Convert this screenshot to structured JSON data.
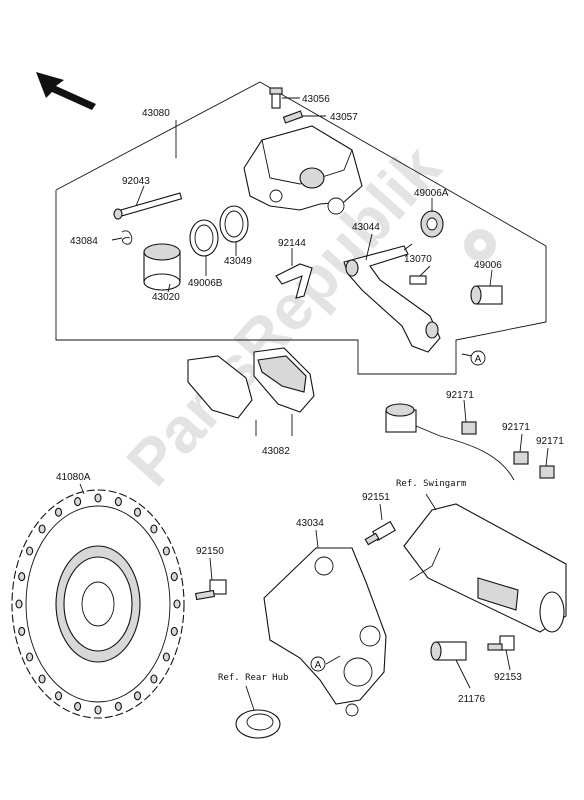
{
  "watermark": "PartsRepublik",
  "labels": {
    "p43080": "43080",
    "p43056": "43056",
    "p43057": "43057",
    "p92043": "92043",
    "p43084": "43084",
    "p43049": "43049",
    "p92144": "92144",
    "p43044": "43044",
    "p49006A": "49006A",
    "p13070": "13070",
    "p49006": "49006",
    "p49006B": "49006B",
    "p43020": "43020",
    "p92171a": "92171",
    "p92171b": "92171",
    "p92171c": "92171",
    "p43082": "43082",
    "p41080A": "41080A",
    "p92151": "92151",
    "p43034": "43034",
    "p92150": "92150",
    "p92153": "92153",
    "p21176": "21176"
  },
  "refs": {
    "swingarm": "Ref. Swingarm",
    "rear_hub": "Ref. Rear Hub"
  },
  "markers": {
    "a1": "A",
    "a2": "A"
  }
}
